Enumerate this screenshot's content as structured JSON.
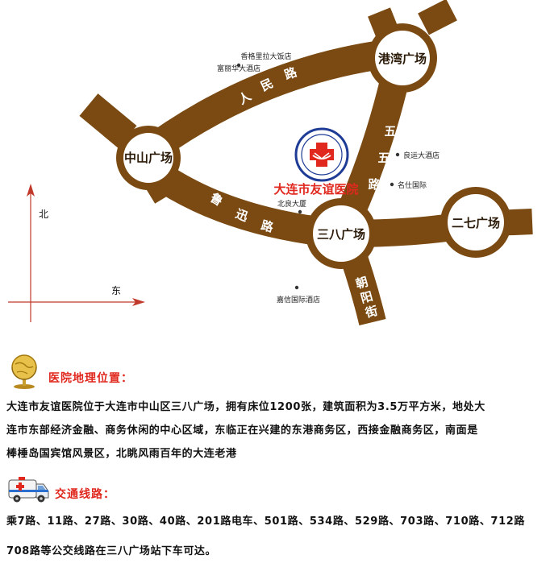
{
  "map": {
    "plazas": {
      "zhongshan": "中山广场",
      "gangwan": "港湾广场",
      "sanba": "三八广场",
      "erqi": "二七广场"
    },
    "roads": {
      "renmin": [
        "人",
        "民",
        "路"
      ],
      "wuwu": [
        "五",
        "五",
        "路"
      ],
      "luxun": [
        "鲁",
        "迅",
        "路"
      ],
      "chaoyang": [
        "朝",
        "阳",
        "街"
      ]
    },
    "pois": {
      "shangri_la": "香格里拉大饭店",
      "furama": "富丽华大酒店",
      "liangyun": "良运大酒店",
      "mingshi": "名仕国际",
      "beiliang": "北良大厦",
      "jiaxin": "嘉信国际酒店"
    },
    "hospital": "大连市友谊医院",
    "north": "北",
    "east": "东",
    "colors": {
      "road": "#7a4a12",
      "plaza_fill": "#ffffff",
      "accent": "#e0281e",
      "logo_blue": "#1e3c96"
    }
  },
  "location": {
    "title": "医院地理位置：",
    "icon": "globe-icon",
    "lines": [
      "大连市友谊医院位于大连市中山区三八广场，拥有床位1200张，建筑面积为3.5万平方米，地处大",
      "连市东部经济金融、商务休闲的中心区域，东临正在兴建的东港商务区，西接金融商务区，南面是",
      "棒棰岛国宾馆风景区，北眺风雨百年的大连老港"
    ]
  },
  "transport": {
    "title": "交通线路：",
    "icon": "ambulance-icon",
    "lines": [
      "乘7路、11路、27路、30路、40路、201路电车、501路、534路、529路、703路、710路、712路",
      "708路等公交线路在三八广场站下车可达。"
    ]
  }
}
